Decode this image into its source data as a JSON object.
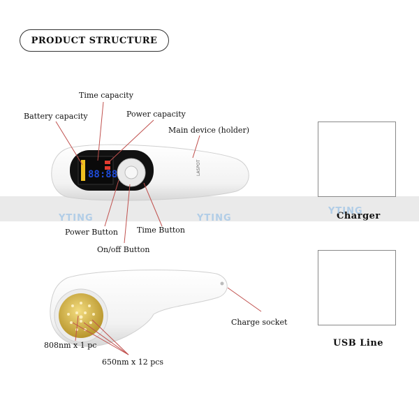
{
  "title": "PRODUCT STRUCTURE",
  "labels": {
    "time_capacity": "Time capacity",
    "battery_capacity": "Battery capacity",
    "power_capacity": "Power capacity",
    "main_device": "Main device (holder)",
    "power_button": "Power Button",
    "time_button": "Time Button",
    "onoff_button": "On/off Button",
    "charge_socket": "Charge socket",
    "laser_808": "808nm x 1 pc",
    "laser_650": "650nm x 12 pcs"
  },
  "accessories": {
    "charger": "Charger",
    "usb_line": "USB Line"
  },
  "device_brand": "LASPOT",
  "display_digits": "88:88",
  "watermark": "YTING",
  "colors": {
    "leader_line": "#c0504d",
    "display_blue": "#1e4bd8",
    "display_red": "#e23b2e",
    "gold_head": "#d9b84a"
  }
}
